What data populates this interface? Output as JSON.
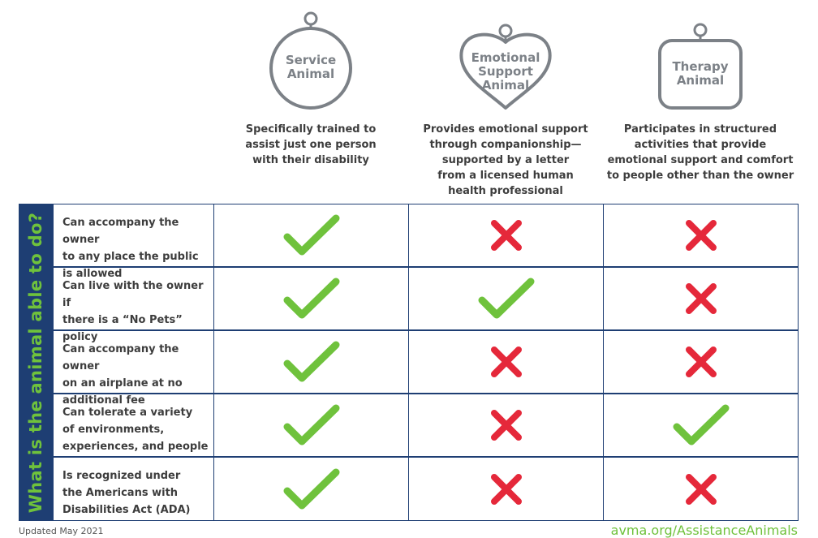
{
  "columns": [
    {
      "title_lines": [
        "Service",
        "Animal"
      ],
      "description_lines": [
        "Specifically trained to",
        "assist just one person",
        "with their disability"
      ],
      "icon": "round-tag-icon"
    },
    {
      "title_lines": [
        "Emotional",
        "Support",
        "Animal"
      ],
      "description_lines": [
        "Provides emotional support",
        "through companionship—",
        "supported by a letter",
        "from a licensed human",
        "health professional"
      ],
      "icon": "heart-tag-icon"
    },
    {
      "title_lines": [
        "Therapy",
        "Animal"
      ],
      "description_lines": [
        "Participates in structured",
        "activities that provide",
        "emotional support and comfort",
        "to people other than the owner"
      ],
      "icon": "square-tag-icon"
    }
  ],
  "side_label": "What is the animal able to do?",
  "rows": [
    {
      "question_lines": [
        "Can accompany the owner",
        "to any place the public",
        "is allowed"
      ],
      "answers": [
        "yes",
        "no",
        "no"
      ]
    },
    {
      "question_lines": [
        "Can live with the owner if",
        "there is a “No Pets” policy"
      ],
      "answers": [
        "yes",
        "yes",
        "no"
      ]
    },
    {
      "question_lines": [
        "Can accompany the owner",
        "on an airplane at no",
        "additional fee"
      ],
      "answers": [
        "yes",
        "no",
        "no"
      ]
    },
    {
      "question_lines": [
        "Can tolerate a variety",
        "of environments,",
        "experiences, and people"
      ],
      "answers": [
        "yes",
        "no",
        "yes"
      ]
    },
    {
      "question_lines": [
        "Is recognized under",
        "the Americans with",
        "Disabilities Act (ADA)"
      ],
      "answers": [
        "yes",
        "no",
        "no"
      ]
    }
  ],
  "footer": {
    "updated": "Updated May 2021",
    "url": "avma.org/AssistanceAnimals"
  },
  "colors": {
    "navy": "#1e3e73",
    "green": "#6fc23c",
    "red": "#e5283a",
    "gray": "#7c8187"
  }
}
